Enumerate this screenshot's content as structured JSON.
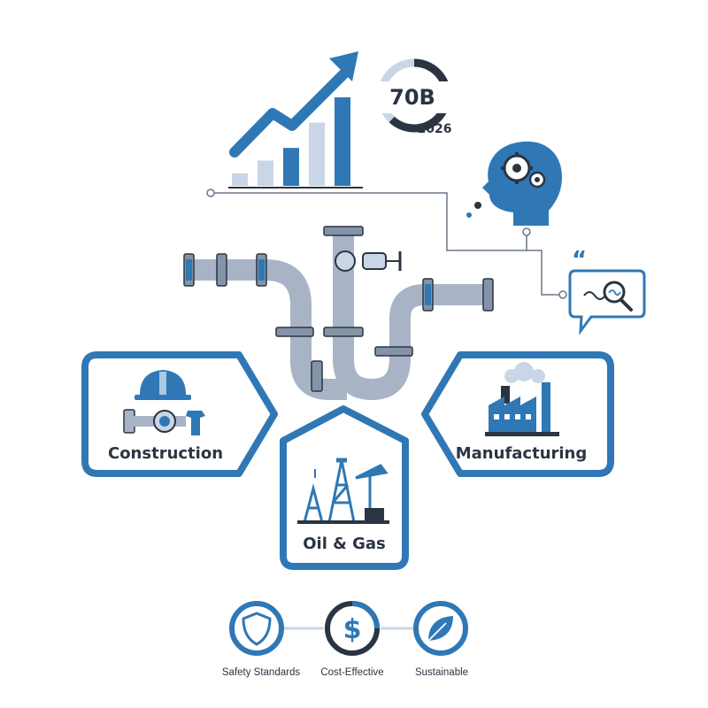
{
  "market": {
    "value": "70B",
    "year": "2026",
    "progress": 0.62
  },
  "growth_chart": {
    "bar_values": [
      1,
      2,
      3,
      5,
      7
    ]
  },
  "industries": [
    {
      "label": "Construction",
      "icon": "hard-hat-wrench-icon"
    },
    {
      "label": "Oil & Gas",
      "icon": "oil-rig-icon"
    },
    {
      "label": "Manufacturing",
      "icon": "factory-icon"
    }
  ],
  "benefits": [
    {
      "label": "Safety Standards",
      "icon": "shield-icon"
    },
    {
      "label": "Cost-Effective",
      "icon": "dollar-icon"
    },
    {
      "label": "Sustainable",
      "icon": "leaf-icon"
    }
  ],
  "colors": {
    "primary": "#2f78b5",
    "dark": "#2b3442",
    "pipe": "#a8b4c6",
    "pipe_dark": "#8593a8",
    "light_blue": "#c9d6e6"
  }
}
